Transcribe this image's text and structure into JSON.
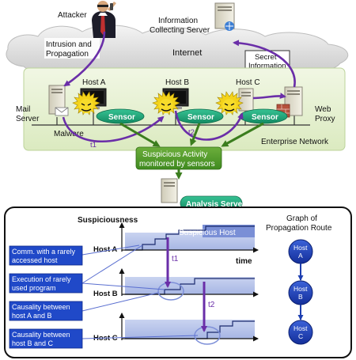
{
  "labels": {
    "attacker": "Attacker",
    "info_server_line1": "Information",
    "info_server_line2": "Collecting Server",
    "intrusion_line1": "Intrusion and",
    "intrusion_line2": "Propagation",
    "internet": "Internet",
    "secret_line1": "Secret",
    "secret_line2": "Information",
    "host_a": "Host A",
    "host_b": "Host B",
    "host_c": "Host C",
    "mail_server_line1": "Mail",
    "mail_server_line2": "Server",
    "web_proxy_line1": "Web",
    "web_proxy_line2": "Proxy",
    "malware": "Malware",
    "sensor_a": "Sensor",
    "sensor_b": "Sensor",
    "sensor_c": "Sensor",
    "t1_top": "t1",
    "t2_top": "t2",
    "enterprise_network": "Enterprise Network",
    "suspicious_line1": "Suspicious Activity",
    "suspicious_line2": "monitored by sensors",
    "analysis_server": "Analysis Server"
  },
  "analysis": {
    "suspiciousness": "Suspiciousness",
    "suspicious_host": "Suspicious Host",
    "time": "time",
    "host_a_row": "Host A",
    "host_b_row": "Host B",
    "host_c_row": "Host C",
    "t1": "t1",
    "t2": "t2"
  },
  "events": [
    {
      "line1": "Comm. with a rarely",
      "line2": "accessed host"
    },
    {
      "line1": "Execution of rarely",
      "line2": "used program"
    },
    {
      "line1": "Causality between",
      "line2": "host A and B"
    },
    {
      "line1": "Causality between",
      "line2": "host B and C"
    }
  ],
  "graph": {
    "title_line1": "Graph of",
    "title_line2": "Propagation Route",
    "nodes": [
      {
        "line1": "Host",
        "line2": "A"
      },
      {
        "line1": "Host",
        "line2": "B"
      },
      {
        "line1": "Host",
        "line2": "C"
      }
    ]
  },
  "colors": {
    "purple": "#6a2ea8",
    "sensor_green": "#1fa37a",
    "enterprise_bg": "#eaf3d6",
    "event_blue": "#2049c8",
    "node_blue": "#1e3fb0",
    "chart_band": "#bcc8ea",
    "suspicious_band": "#7a8fd6"
  }
}
